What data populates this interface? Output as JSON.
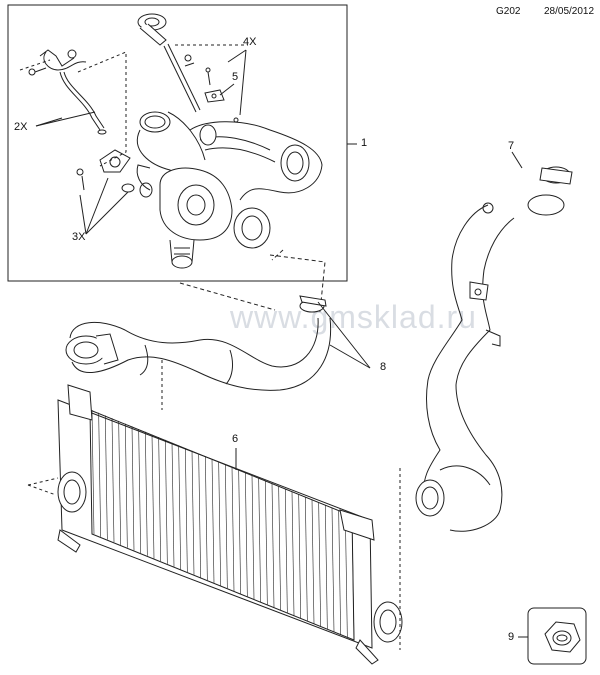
{
  "header": {
    "code": "G202",
    "date": "28/05/2012"
  },
  "watermark": "www.gmsklad.ru",
  "callouts": {
    "c1": "1",
    "c2x": "2X",
    "c3x": "3X",
    "c4x": "4X",
    "c5": "5",
    "c6": "6",
    "c7": "7",
    "c8": "8",
    "c9": "9"
  },
  "colors": {
    "line": "#222222",
    "watermark": "#d9dde3",
    "background": "#ffffff"
  }
}
